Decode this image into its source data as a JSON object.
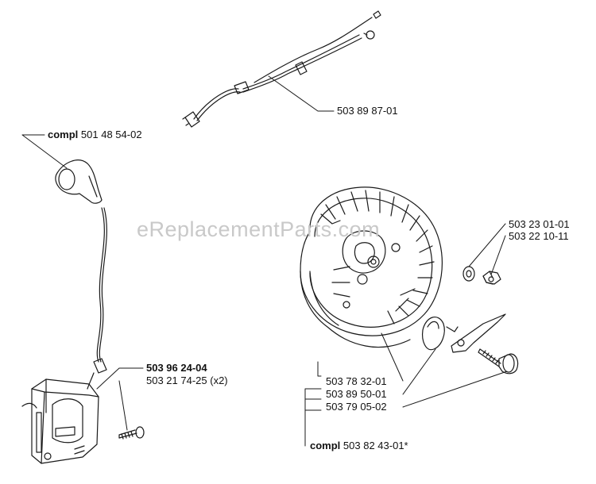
{
  "watermark": "eReplacementParts.com",
  "parts": {
    "wire_harness": "503 89 87-01",
    "spark_boot": {
      "prefix": "compl",
      "number": "501 48 54-02"
    },
    "ignition_module": "503 96 24-04",
    "module_screw": "503 21 74-25 (x2)",
    "washer": "503 23 01-01",
    "nut": "503 22 10-11",
    "flywheel": "503 78 32-01",
    "spring": "503 89 50-01",
    "pawl_screw": "503 79 05-02",
    "flywheel_assy": {
      "prefix": "compl",
      "number": "503 82 43-01*"
    }
  }
}
